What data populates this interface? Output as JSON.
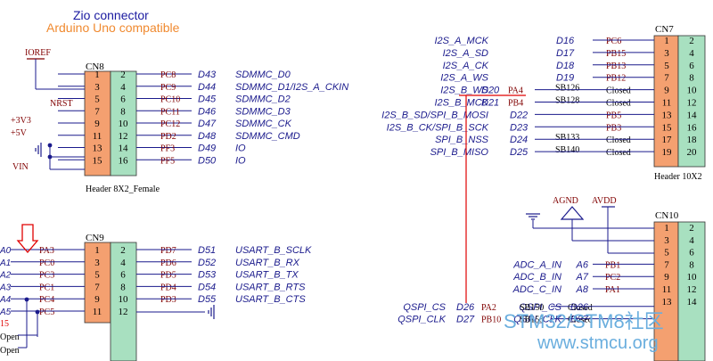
{
  "title": "Zio connector",
  "subtitle": "Arduino Uno compatible",
  "colors": {
    "title": "#1a1aa0",
    "subtitle": "#f08a30",
    "wire": "#1a1a8c",
    "net": "#800000",
    "sig": "#1a1a8c",
    "pin_odd": "#f4a070",
    "pin_even": "#a8e0c0",
    "red": "#e00000",
    "watermark": "#6aaede"
  },
  "cn8": {
    "ref": "CN8",
    "label": "Header 8X2_Female",
    "odd_pins": [
      "1",
      "3",
      "5",
      "7",
      "9",
      "11",
      "13",
      "15"
    ],
    "even_pins": [
      "2",
      "4",
      "6",
      "8",
      "10",
      "12",
      "14",
      "16"
    ],
    "left_nets": {
      "ioref": "IOREF",
      "nrst": "NRST",
      "v33": "+3V3",
      "v5": "+5V",
      "vin": "VIN"
    },
    "rows": [
      {
        "port": "PC8",
        "d": "D43",
        "sig": "SDMMC_D0"
      },
      {
        "port": "PC9",
        "d": "D44",
        "sig": "SDMMC_D1/I2S_A_CKIN"
      },
      {
        "port": "PC10",
        "d": "D45",
        "sig": "SDMMC_D2"
      },
      {
        "port": "PC11",
        "d": "D46",
        "sig": "SDMMC_D3"
      },
      {
        "port": "PC12",
        "d": "D47",
        "sig": "SDMMC_CK"
      },
      {
        "port": "PD2",
        "d": "D48",
        "sig": "SDMMC_CMD"
      },
      {
        "port": "PF3",
        "d": "D49",
        "sig": "IO"
      },
      {
        "port": "PF5",
        "d": "D50",
        "sig": "IO"
      }
    ]
  },
  "cn9": {
    "ref": "CN9",
    "odd_pins": [
      "1",
      "3",
      "5",
      "7",
      "9",
      "11"
    ],
    "even_pins": [
      "2",
      "4",
      "6",
      "8",
      "10",
      "12"
    ],
    "left": [
      {
        "a": "A0",
        "port": "PA3"
      },
      {
        "a": "A1",
        "port": "PC0"
      },
      {
        "a": "A2",
        "port": "PC3"
      },
      {
        "a": "A3",
        "port": "PC1"
      },
      {
        "a": "A4",
        "port": "PC4"
      },
      {
        "a": "A5",
        "port": "PC5"
      }
    ],
    "bottom_left": [
      "15",
      "Open",
      "Open"
    ],
    "rows": [
      {
        "port": "PD7",
        "d": "D51",
        "sig": "USART_B_SCLK"
      },
      {
        "port": "PD6",
        "d": "D52",
        "sig": "USART_B_RX"
      },
      {
        "port": "PD5",
        "d": "D53",
        "sig": "USART_B_TX"
      },
      {
        "port": "PD4",
        "d": "D54",
        "sig": "USART_B_RTS"
      },
      {
        "port": "PD3",
        "d": "D55",
        "sig": "USART_B_CTS"
      }
    ]
  },
  "cn7": {
    "ref": "CN7",
    "label": "Header 10X2",
    "odd_pins": [
      "1",
      "3",
      "5",
      "7",
      "9",
      "11",
      "13",
      "15",
      "17",
      "19"
    ],
    "even_pins": [
      "2",
      "4",
      "6",
      "8",
      "10",
      "12",
      "14",
      "16",
      "18",
      "20"
    ],
    "rows": [
      {
        "sig": "I2S_A_MCK",
        "d": "D16",
        "port": "PC6",
        "sb": "",
        "state": ""
      },
      {
        "sig": "I2S_A_SD",
        "d": "D17",
        "port": "PB15",
        "sb": "",
        "state": ""
      },
      {
        "sig": "I2S_A_CK",
        "d": "D18",
        "port": "PB13",
        "sb": "",
        "state": ""
      },
      {
        "sig": "I2S_A_WS",
        "d": "D19",
        "port": "PB12",
        "sb": "",
        "state": ""
      },
      {
        "sig": "I2S_B_WS",
        "d": "D20",
        "port": "PA4",
        "sb": "SB126",
        "state": "Closed"
      },
      {
        "sig": "I2S_B_MCK",
        "d": "D21",
        "port": "PB4",
        "sb": "SB128",
        "state": "Closed"
      },
      {
        "sig": "I2S_B_SD/SPI_B_MOSI",
        "d": "D22",
        "port": "PB5",
        "sb": "",
        "state": ""
      },
      {
        "sig": "I2S_B_CK/SPI_B_SCK",
        "d": "D23",
        "port": "PB3",
        "sb": "",
        "state": ""
      },
      {
        "sig": "SPI_B_NSS",
        "d": "D24",
        "port": "",
        "sb": "SB133",
        "state": "Closed"
      },
      {
        "sig": "SPI_B_MISO",
        "d": "D25",
        "port": "",
        "sb": "SB140",
        "state": "Closed"
      }
    ]
  },
  "cn10": {
    "ref": "CN10",
    "odd_pins": [
      "1",
      "3",
      "5",
      "7",
      "9",
      "11",
      "13"
    ],
    "even_pins": [
      "2",
      "4",
      "6",
      "8",
      "10",
      "12",
      "14"
    ],
    "agnd": "AGND",
    "avdd": "AVDD",
    "rows": [
      {
        "sig": "ADC_A_IN",
        "a": "A6",
        "port": "PB1",
        "sb": "",
        "state": ""
      },
      {
        "sig": "ADC_B_IN",
        "a": "A7",
        "port": "PC2",
        "sb": "",
        "state": ""
      },
      {
        "sig": "ADC_C_IN",
        "a": "A8",
        "port": "PA1",
        "sb": "",
        "state": ""
      },
      {
        "sig": "QSPI_CS",
        "a": "D26",
        "port": "PA2",
        "sb": "SB150",
        "state": "Closed"
      },
      {
        "sig": "QSPI_CLK",
        "a": "D27",
        "port": "PB10",
        "sb": "SB155",
        "state": "Closed"
      }
    ]
  },
  "watermark": {
    "line1": "STM32/STM8社区",
    "line2": "www.stmcu.org"
  }
}
